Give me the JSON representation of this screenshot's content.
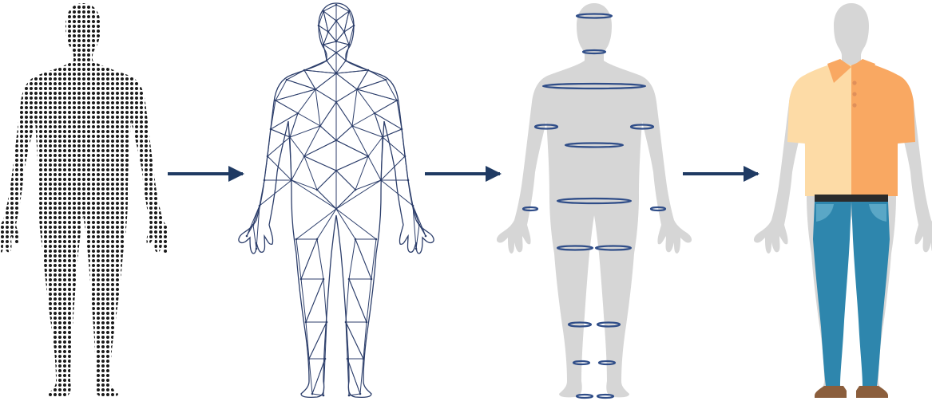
{
  "diagram": {
    "stages": [
      {
        "id": "point-cloud",
        "style": "dotted-silhouette"
      },
      {
        "id": "mesh",
        "style": "wireframe-triangulation"
      },
      {
        "id": "measurements",
        "style": "silhouette-with-measurement-rings"
      },
      {
        "id": "dressed",
        "style": "silhouette-with-garments"
      }
    ],
    "arrows": 3,
    "colors": {
      "dots": "#1a1a1a",
      "mesh": "#2c3e6b",
      "silhouette": "#d6d6d6",
      "rings": "#2f4d88",
      "arrow": "#1f3a63",
      "shirt_light": "#fddba6",
      "shirt_dark": "#f9a862",
      "shirt_button": "#e0905a",
      "belt": "#2b2b2b",
      "jeans": "#2e86ad",
      "jeans_pocket": "#5aa7c6",
      "shoes": "#8b5e3c"
    }
  }
}
